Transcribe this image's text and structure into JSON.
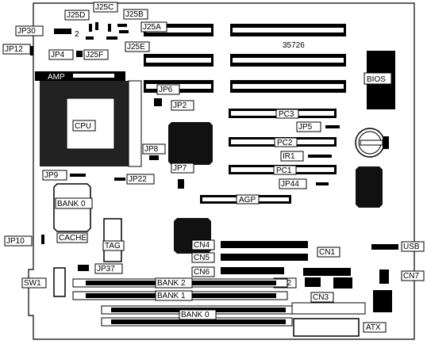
{
  "board": {
    "model_number": "35726",
    "labels": {
      "j25d": "J25D",
      "j25c": "J25C",
      "j25b": "J25B",
      "j25a": "J25A",
      "j25f": "J25F",
      "j25e": "J25E",
      "jp30": "JP30",
      "jp30_pin": "2",
      "jp12": "JP12",
      "jp4": "JP4",
      "jp6": "JP6",
      "jp2": "JP2",
      "jp5": "JP5",
      "jp8": "JP8",
      "jp7": "JP7",
      "jp9": "JP9",
      "jp22": "JP22",
      "jp44": "JP44",
      "jp10": "JP10",
      "jp37": "JP37",
      "amp": "AMP",
      "cpu": "CPU",
      "bios": "BIOS",
      "pc1": "PC1",
      "pc2": "PC2",
      "pc3": "PC3",
      "agp": "AGP",
      "ir1": "IR1",
      "bank0_cache": "BANK 0",
      "cache": "CACHE",
      "tag": "TAG",
      "cn1": "CN1",
      "cn2": "CN2",
      "cn3": "CN3",
      "cn4": "CN4",
      "cn5": "CN5",
      "cn6": "CN6",
      "cn7": "CN7",
      "usb": "USB",
      "sw1": "SW1",
      "bank2": "BANK 2",
      "bank1": "BANK 1",
      "bank0": "BANK 0",
      "atx": "ATX"
    }
  }
}
